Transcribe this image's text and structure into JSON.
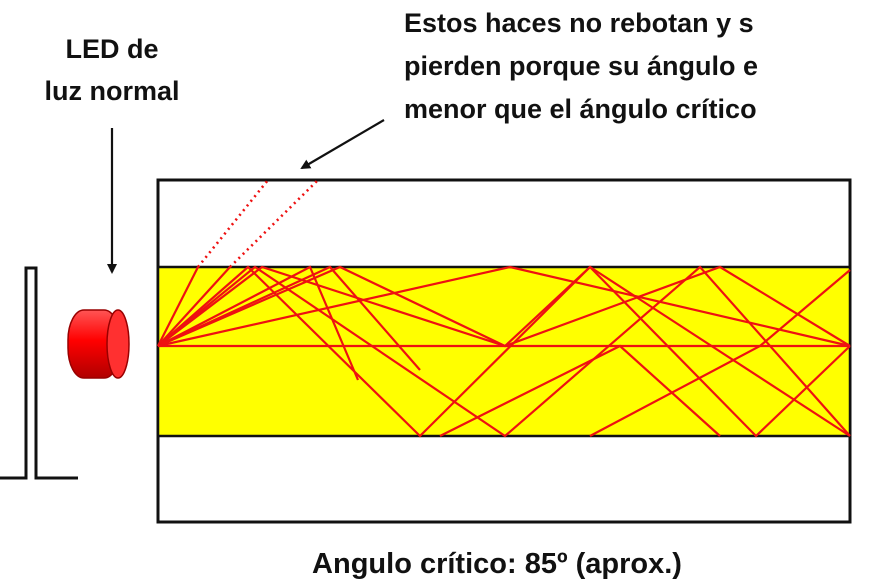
{
  "labels": {
    "led_line1": "LED de",
    "led_line2": "luz normal",
    "note_line1": "Estos haces no rebotan y s",
    "note_line2": "pierden porque su ángulo e",
    "note_line3": "menor que el ángulo crítico",
    "caption": "Angulo crítico: 85º (aprox.)"
  },
  "colors": {
    "core": "#ffff00",
    "ray": "#ee1111",
    "led": "#ff0000",
    "outline": "#111111",
    "background": "#ffffff"
  },
  "icons": {
    "led": "cylinder-led-icon",
    "pulse": "input-pulse-icon"
  }
}
